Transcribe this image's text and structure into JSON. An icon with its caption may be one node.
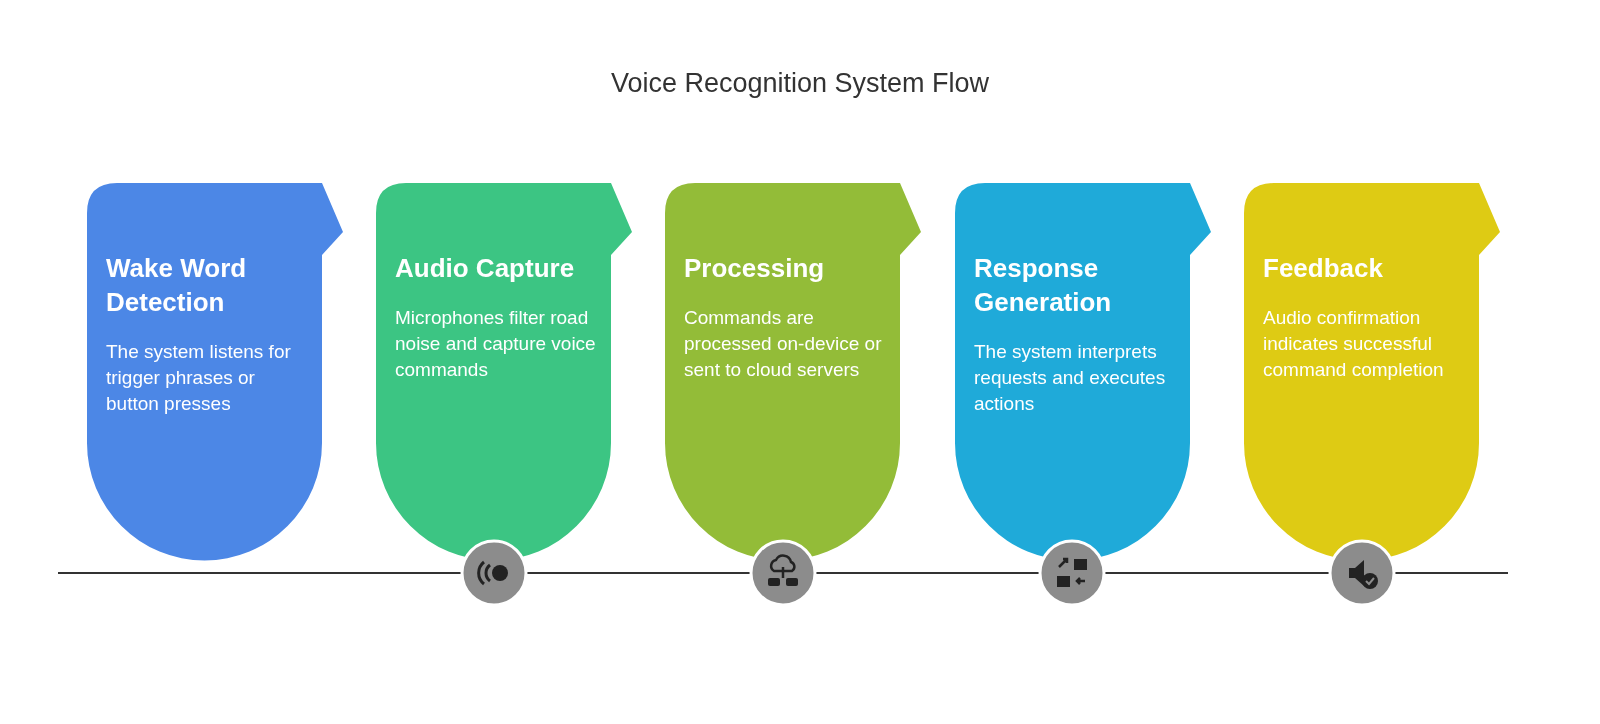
{
  "diagram": {
    "title": "Voice Recognition System Flow",
    "nodes": [
      {
        "text": [
          "Wake Word Detection",
          "The system listens for trigger phrases or button presses"
        ]
      },
      {
        "text": [
          "Audio Capture",
          "Microphones filter road noise and capture voice commands"
        ]
      },
      {
        "text": [
          "Processing",
          "Commands are processed on-device or sent to cloud servers"
        ]
      },
      {
        "text": [
          "Response Generation",
          "The system interprets requests and executes actions"
        ]
      },
      {
        "text": [
          "Feedback",
          "Audio confirmation indicates successful command completion"
        ]
      }
    ]
  }
}
